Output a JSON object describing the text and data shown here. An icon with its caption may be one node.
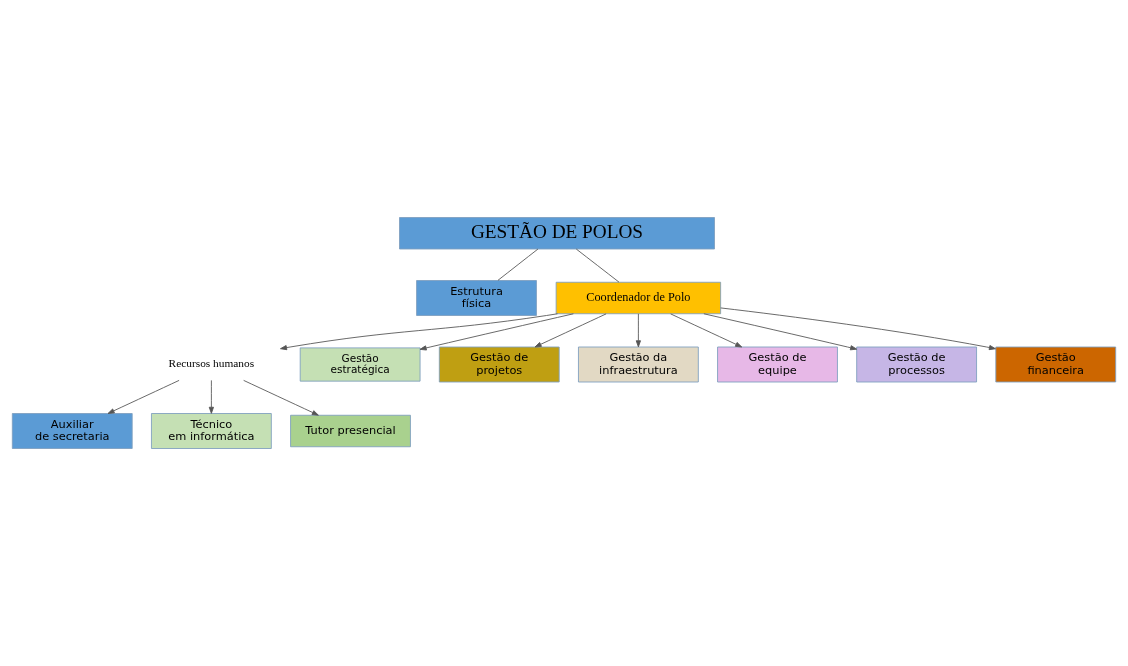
{
  "diagram": {
    "nodes": [
      {
        "text": [
          "GESTÃO DE POLOS"
        ]
      },
      {
        "text": [
          "Estrutura física"
        ]
      },
      {
        "text": [
          "Coordenador de Polo"
        ]
      },
      {
        "text": [
          "Recursos humanos"
        ]
      },
      {
        "text": [
          "Auxiliar de secretaria"
        ]
      },
      {
        "text": [
          "Técnico em informática"
        ]
      },
      {
        "text": [
          "Tutor presencial"
        ]
      },
      {
        "text": [
          "Gestão estratégica"
        ]
      },
      {
        "text": [
          "Gestão de projetos"
        ]
      },
      {
        "text": [
          "Gestão da infraestrutura"
        ]
      },
      {
        "text": [
          "Gestão de equipe"
        ]
      },
      {
        "text": [
          "Gestão de processos"
        ]
      },
      {
        "text": [
          "Gestão financeira"
        ]
      }
    ],
    "edges": [
      {
        "from": 0,
        "to": 1,
        "arrow": "none"
      },
      {
        "from": 0,
        "to": 2,
        "arrow": "none"
      },
      {
        "from": 2,
        "to": 3,
        "arrow": "to"
      },
      {
        "from": 3,
        "to": 4,
        "arrow": "to"
      },
      {
        "from": 3,
        "to": 5,
        "arrow": "to"
      },
      {
        "from": 3,
        "to": 6,
        "arrow": "to"
      },
      {
        "from": 2,
        "to": 7,
        "arrow": "to"
      },
      {
        "from": 2,
        "to": 8,
        "arrow": "to"
      },
      {
        "from": 2,
        "to": 9,
        "arrow": "to"
      },
      {
        "from": 2,
        "to": 10,
        "arrow": "to"
      },
      {
        "from": 2,
        "to": 11,
        "arrow": "to"
      },
      {
        "from": 2,
        "to": 12,
        "arrow": "to"
      }
    ]
  }
}
